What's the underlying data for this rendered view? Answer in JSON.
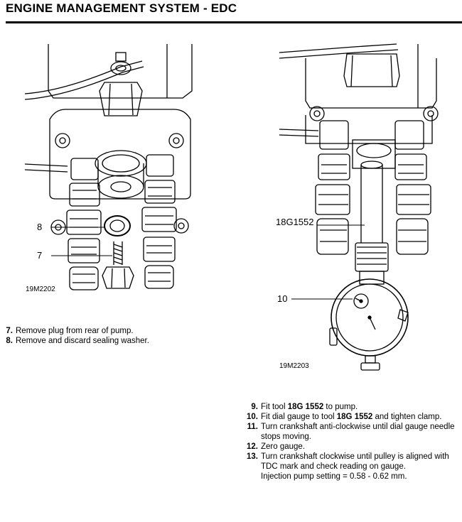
{
  "header": {
    "title": "ENGINE MANAGEMENT SYSTEM - EDC"
  },
  "figure_left": {
    "code": "19M2202",
    "callouts": [
      "8",
      "7"
    ]
  },
  "figure_right": {
    "code": "19M2203",
    "callouts": [
      "18G1552",
      "10"
    ]
  },
  "steps_left": [
    {
      "num": "7.",
      "text": "Remove plug from rear of pump."
    },
    {
      "num": "8.",
      "text": "Remove and discard sealing washer."
    }
  ],
  "steps_right": [
    {
      "num": "9.",
      "pre": "Fit tool ",
      "bold": "18G 1552",
      "post": " to pump."
    },
    {
      "num": "10.",
      "pre": "Fit dial gauge to tool ",
      "bold": "18G 1552",
      "post": " and tighten clamp."
    },
    {
      "num": "11.",
      "pre": "Turn crankshaft anti-clockwise until dial gauge needle stops moving.",
      "bold": "",
      "post": ""
    },
    {
      "num": "12.",
      "pre": "Zero gauge.",
      "bold": "",
      "post": ""
    },
    {
      "num": "13.",
      "pre": "Turn crankshaft clockwise until pulley is aligned with TDC mark and check reading on gauge.",
      "bold": "",
      "post": "",
      "extra": "Injection pump setting = 0.58 - 0.62 mm."
    }
  ]
}
